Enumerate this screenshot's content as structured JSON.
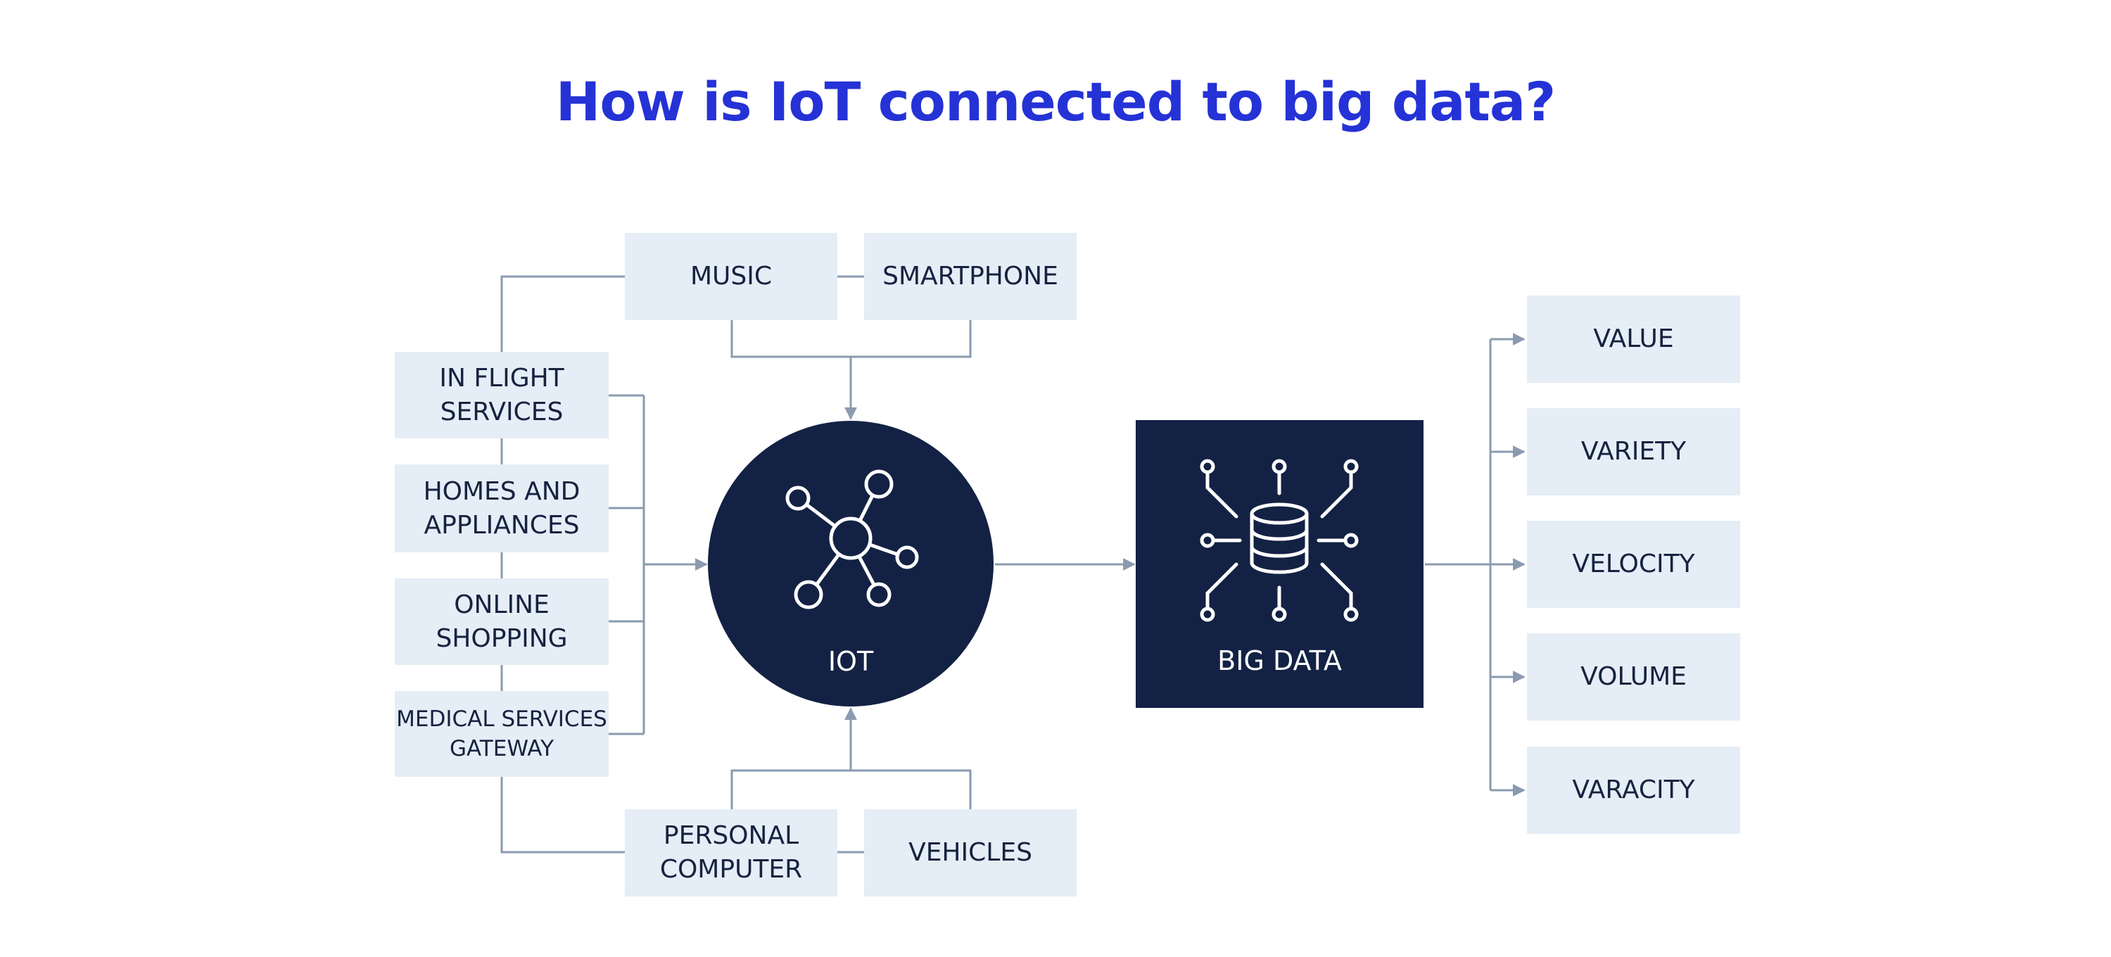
{
  "title": "How is IoT connected to big data?",
  "sources": {
    "music": "MUSIC",
    "smartphone": "SMARTPHONE",
    "in_flight": "IN FLIGHT\nSERVICES",
    "homes": "HOMES AND\nAPPLIANCES",
    "online": "ONLINE\nSHOPPING",
    "medical": "MEDICAL SERVICES\nGATEWAY",
    "personal_computer": "PERSONAL\nCOMPUTER",
    "vehicles": "VEHICLES"
  },
  "hubs": {
    "iot": "IOT",
    "big_data": "BIG DATA"
  },
  "outputs": [
    "VALUE",
    "VARIETY",
    "VELOCITY",
    "VOLUME",
    "VARACITY"
  ],
  "icons": {
    "iot": "network-nodes-icon",
    "big_data": "database-circuit-icon"
  },
  "colors": {
    "title": "#2532d6",
    "box_fill": "#e5edf6",
    "hub_fill": "#132244",
    "connector": "#8a9bb0"
  }
}
